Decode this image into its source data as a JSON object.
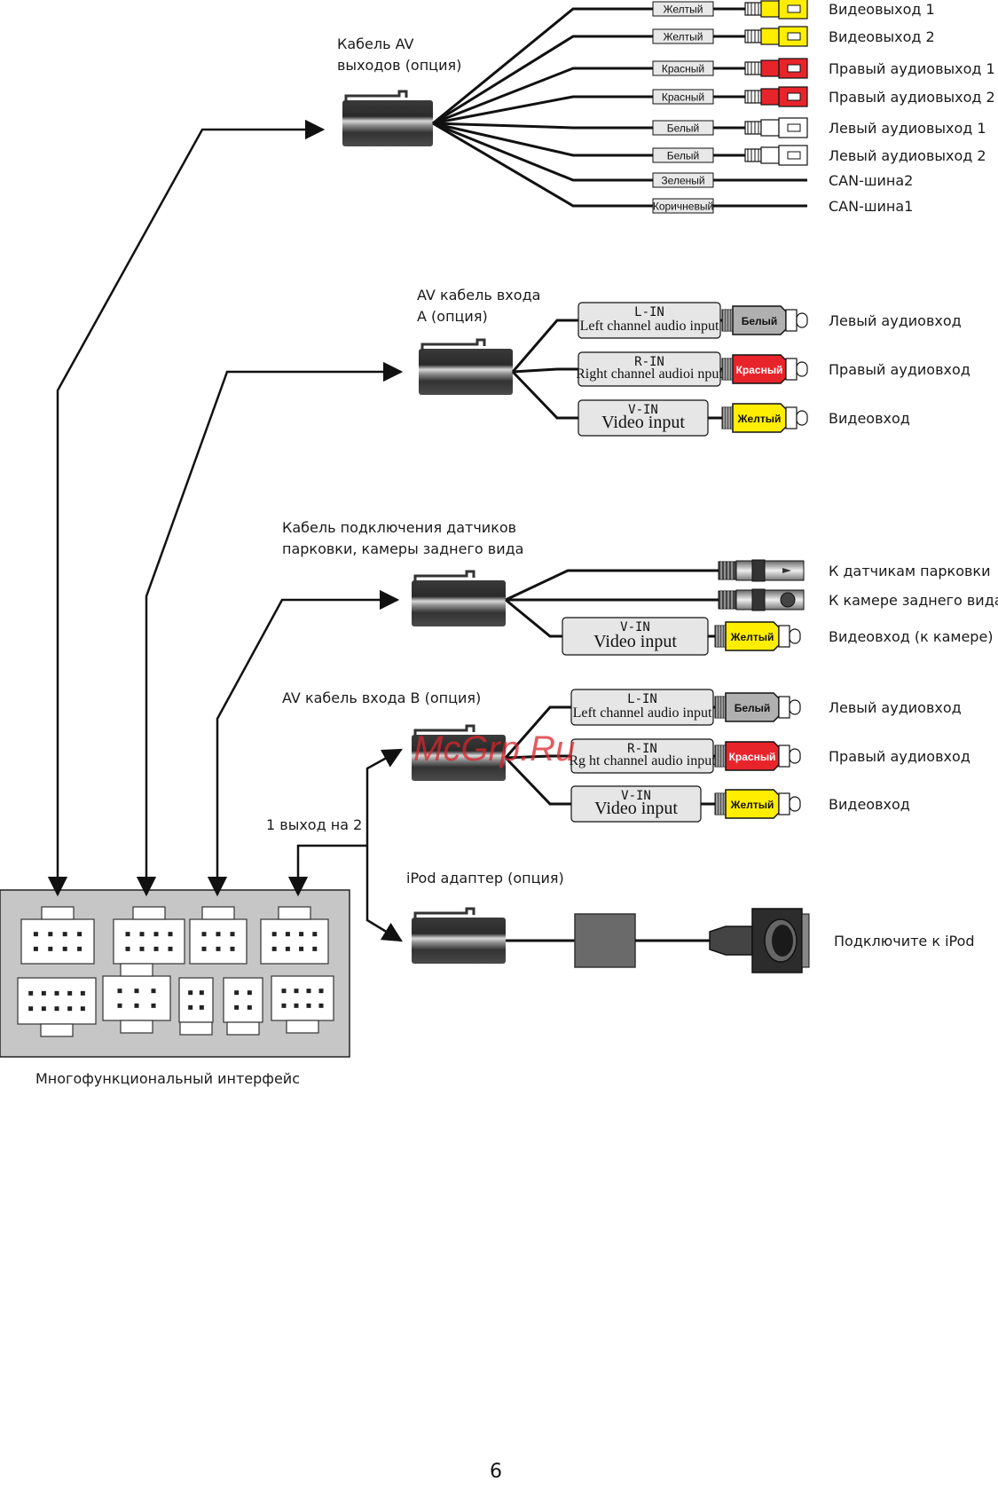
{
  "colors": {
    "yellow": "#ffee00",
    "red": "#e8242b",
    "white": "#ffffff",
    "gray": "#b0b0b0",
    "wire": "#111111",
    "module_bg": "#c6c6c6",
    "watermark": "#d9262c"
  },
  "av_out": {
    "title_line1": "Кабель AV",
    "title_line2": "выходов (опция)",
    "leads": [
      {
        "tag": "Желтый",
        "color": "yellow",
        "label": "Видеовыход 1",
        "rca": true
      },
      {
        "tag": "Желтый",
        "color": "yellow",
        "label": "Видеовыход 2",
        "rca": true
      },
      {
        "tag": "Красный",
        "color": "red",
        "label": "Правый аудиовыход 1",
        "rca": true
      },
      {
        "tag": "Красный",
        "color": "red",
        "label": "Правый аудиовыход 2",
        "rca": true
      },
      {
        "tag": "Белый",
        "color": "white",
        "label": "Левый аудиовыход 1",
        "rca": true
      },
      {
        "tag": "Белый",
        "color": "white",
        "label": "Левый аудиовыход 2",
        "rca": true
      },
      {
        "tag": "Зеленый",
        "color": "",
        "label": "CAN-шина2",
        "rca": false
      },
      {
        "tag": "Коричневый",
        "color": "",
        "label": "CAN-шина1",
        "rca": false
      }
    ]
  },
  "av_in_a": {
    "title_line1": "AV кабель входа",
    "title_line2": "А (опция)",
    "channels": [
      {
        "code": "L-IN",
        "desc": "Left channel audio input",
        "plug": "Белый",
        "color": "gray",
        "label": "Левый аудиовход"
      },
      {
        "code": "R-IN",
        "desc": "Right channel audioi nput",
        "plug": "Красный",
        "color": "red",
        "label": "Правый аудиовход"
      },
      {
        "code": "V-IN",
        "desc": "Video input",
        "plug": "Желтый",
        "color": "yellow",
        "label": "Видеовход"
      }
    ]
  },
  "sensors": {
    "title_line1": "Кабель подключения датчиков",
    "title_line2": "парковки, камеры заднего вида",
    "leads": [
      {
        "label": "К датчикам парковки"
      },
      {
        "label": "К камере заднего вида"
      }
    ],
    "video": {
      "code": "V-IN",
      "desc": "Video input",
      "plug": "Желтый",
      "label": "Видеовход (к камере)"
    }
  },
  "av_in_b": {
    "title": "AV кабель входа В (опция)",
    "channels": [
      {
        "code": "L-IN",
        "desc": "Left channel audio input",
        "plug": "Белый",
        "color": "gray",
        "label": "Левый аудиовход"
      },
      {
        "code": "R-IN",
        "desc": "Rg ht channel audio input",
        "plug": "Красный",
        "color": "red",
        "label": "Правый аудиовход"
      },
      {
        "code": "V-IN",
        "desc": "Video input",
        "plug": "Желтый",
        "color": "yellow",
        "label": "Видеовход"
      }
    ]
  },
  "splitter_label": "1 выход на 2",
  "ipod": {
    "title": "iPod адаптер (опция)",
    "label": "Подключите к iPod"
  },
  "module_label": "Многофункциональный интерфейс",
  "watermark": "McGrp.Ru",
  "page_number": "6"
}
